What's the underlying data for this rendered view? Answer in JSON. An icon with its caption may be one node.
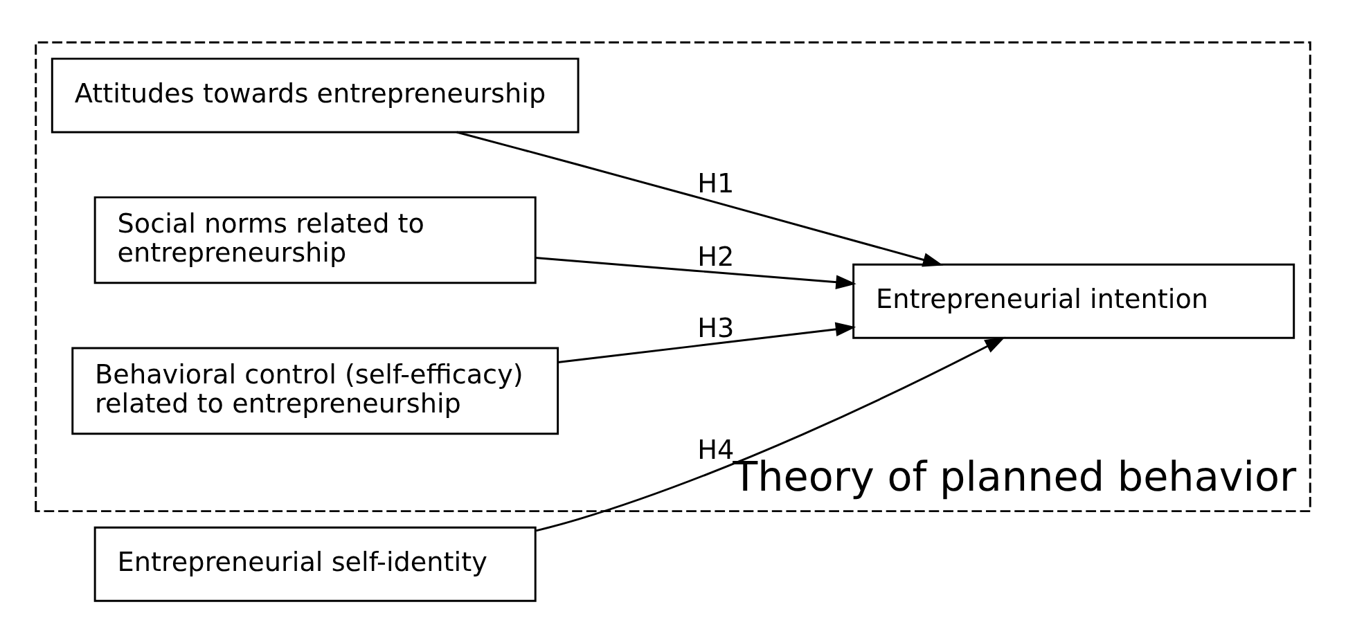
{
  "diagram": {
    "nodes": [
      {
        "text": [
          "Theory of planned behavior"
        ]
      },
      {
        "text": [
          "Attitudes towards entrepreneurship"
        ],
        "in": 0
      },
      {
        "text": [
          "Social norms related to entrepreneurship"
        ],
        "in": 0
      },
      {
        "text": [
          "Behavioral control (self-efficacy) related to entrepreneurship"
        ],
        "in": 0
      },
      {
        "text": [
          "Entrepreneurial intention"
        ],
        "in": 0
      },
      {
        "text": [
          "Entrepreneurial self-identity"
        ]
      }
    ],
    "edges": [
      {
        "from": 1,
        "to": 4,
        "arrow": "to",
        "label": "H1"
      },
      {
        "from": 2,
        "to": 4,
        "arrow": "to",
        "label": "H2"
      },
      {
        "from": 3,
        "to": 4,
        "arrow": "to",
        "label": "H3"
      },
      {
        "from": 5,
        "to": 4,
        "arrow": "to",
        "label": "H4"
      }
    ]
  }
}
